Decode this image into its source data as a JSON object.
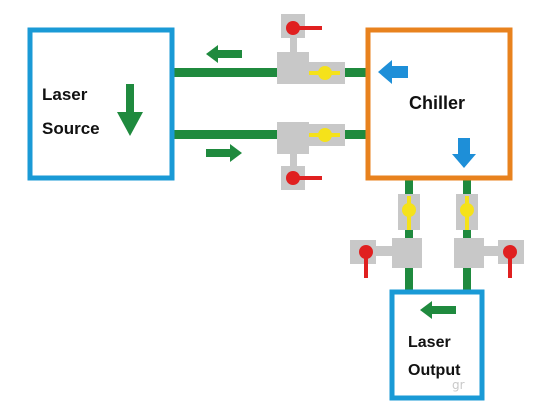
{
  "nodes": {
    "laser_source": {
      "line1": "Laser",
      "line2": "Source"
    },
    "chiller": {
      "label": "Chiller"
    },
    "laser_output": {
      "line1": "Laser",
      "line2": "Output"
    }
  },
  "watermark": "gr",
  "colors": {
    "laser_source_border": "#1a9ad6",
    "chiller_border": "#e8821e",
    "laser_output_border": "#1a9ad6",
    "pipe": "#1f8a3e",
    "flow_arrow": "#1f8a3e",
    "chiller_arrow": "#1e8fd8",
    "valve_body": "#c8c8c8",
    "valve_yellow": "#f5e21a",
    "valve_red": "#e02020"
  }
}
